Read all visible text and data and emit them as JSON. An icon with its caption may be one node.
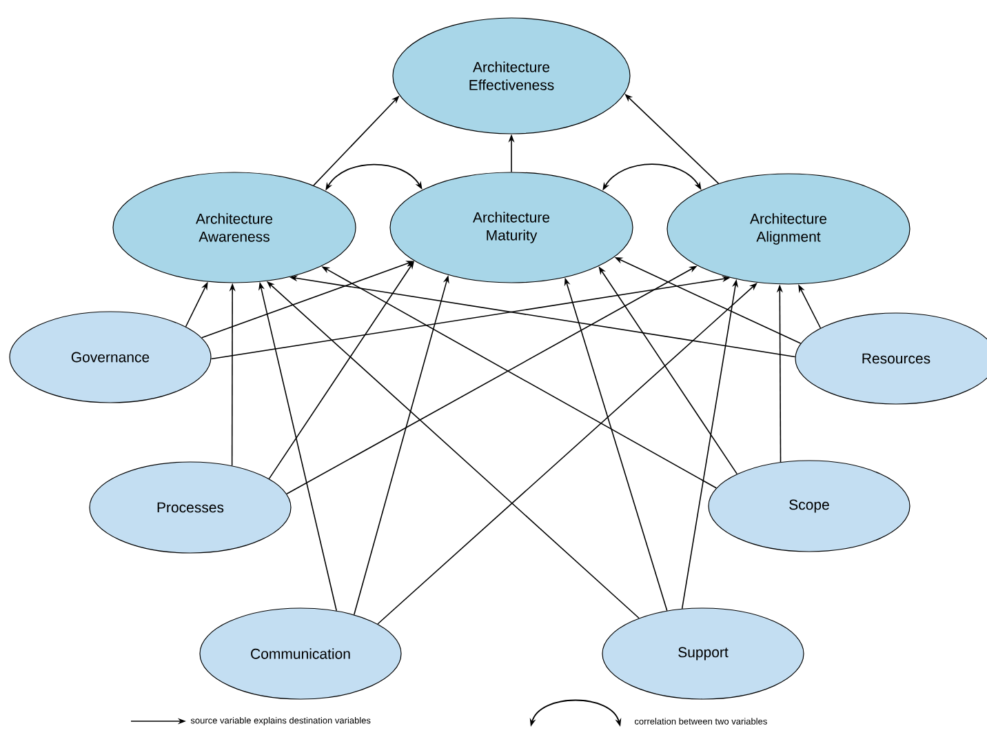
{
  "diagram": {
    "nodes": [
      {
        "text": [
          "Architecture Effectiveness"
        ]
      },
      {
        "text": [
          "Architecture Awareness"
        ]
      },
      {
        "text": [
          "Architecture Maturity"
        ]
      },
      {
        "text": [
          "Architecture Alignment"
        ]
      },
      {
        "text": [
          "Governance"
        ]
      },
      {
        "text": [
          "Resources"
        ]
      },
      {
        "text": [
          "Processes"
        ]
      },
      {
        "text": [
          "Scope"
        ]
      },
      {
        "text": [
          "Communication"
        ]
      },
      {
        "text": [
          "Support"
        ]
      }
    ],
    "edges": [
      {
        "from": 1,
        "to": 0,
        "arrow": "to"
      },
      {
        "from": 2,
        "to": 0,
        "arrow": "to"
      },
      {
        "from": 3,
        "to": 0,
        "arrow": "to"
      },
      {
        "from": 1,
        "to": 2,
        "arrow": "both"
      },
      {
        "from": 2,
        "to": 3,
        "arrow": "both"
      },
      {
        "from": 4,
        "to": 1,
        "arrow": "to"
      },
      {
        "from": 4,
        "to": 2,
        "arrow": "to"
      },
      {
        "from": 4,
        "to": 3,
        "arrow": "to"
      },
      {
        "from": 5,
        "to": 1,
        "arrow": "to"
      },
      {
        "from": 5,
        "to": 2,
        "arrow": "to"
      },
      {
        "from": 5,
        "to": 3,
        "arrow": "to"
      },
      {
        "from": 6,
        "to": 1,
        "arrow": "to"
      },
      {
        "from": 6,
        "to": 2,
        "arrow": "to"
      },
      {
        "from": 6,
        "to": 3,
        "arrow": "to"
      },
      {
        "from": 7,
        "to": 1,
        "arrow": "to"
      },
      {
        "from": 7,
        "to": 2,
        "arrow": "to"
      },
      {
        "from": 7,
        "to": 3,
        "arrow": "to"
      },
      {
        "from": 8,
        "to": 1,
        "arrow": "to"
      },
      {
        "from": 8,
        "to": 2,
        "arrow": "to"
      },
      {
        "from": 8,
        "to": 3,
        "arrow": "to"
      },
      {
        "from": 9,
        "to": 1,
        "arrow": "to"
      },
      {
        "from": 9,
        "to": 2,
        "arrow": "to"
      },
      {
        "from": 9,
        "to": 3,
        "arrow": "to"
      }
    ],
    "legend": [
      {
        "text": "source variable explains destination variables"
      },
      {
        "text": "correlation between two variables"
      }
    ]
  }
}
